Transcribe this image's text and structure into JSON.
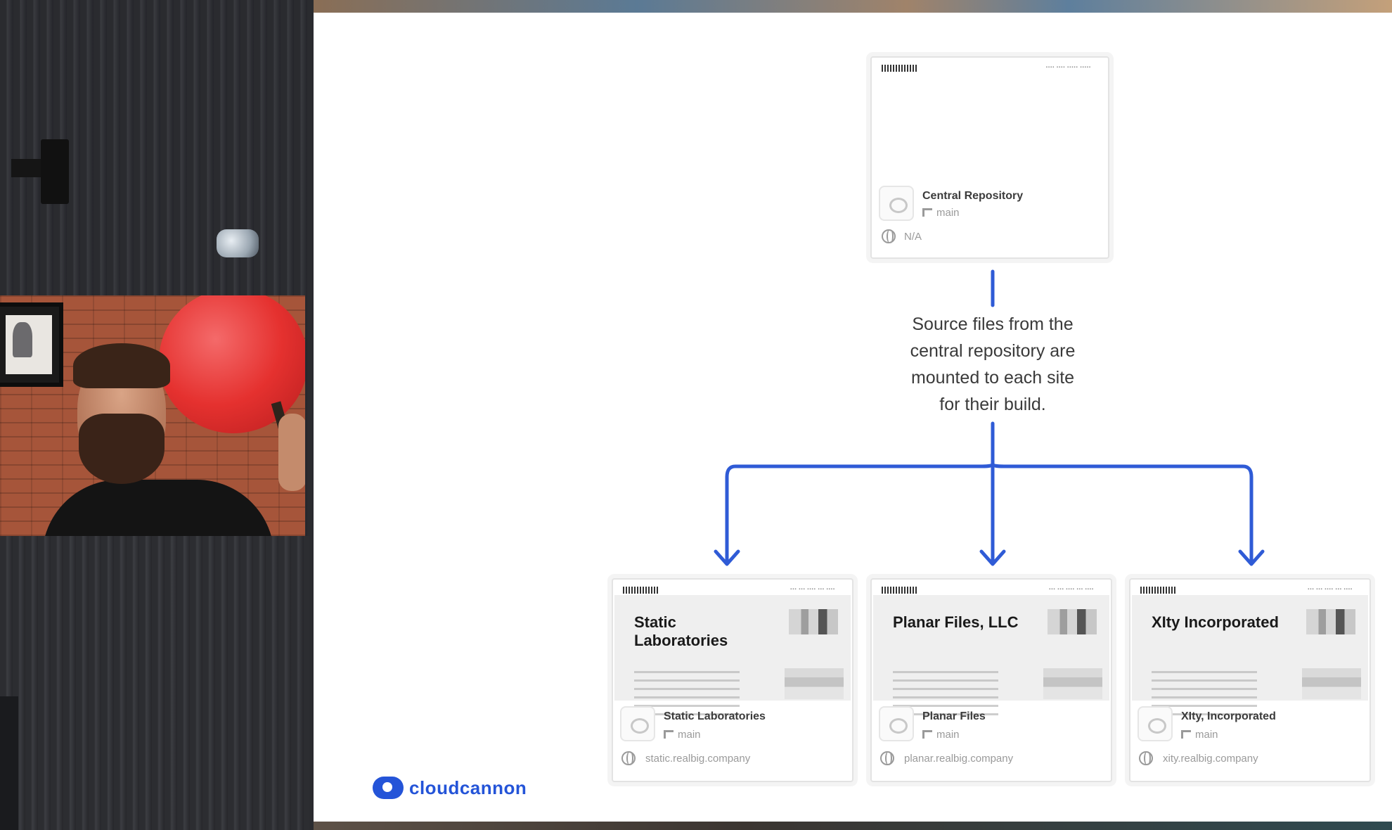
{
  "slide": {
    "central": {
      "name": "Central Repository",
      "branch": "main",
      "url": "N/A"
    },
    "caption": [
      "Source files from the",
      "central repository are",
      "mounted to each site",
      "for their build."
    ],
    "sites": [
      {
        "preview_title": "Static Laboratories",
        "name": "Static Laboratories",
        "branch": "main",
        "url": "static.realbig.company"
      },
      {
        "preview_title": "Planar Files, LLC",
        "name": "Planar Files",
        "branch": "main",
        "url": "planar.realbig.company"
      },
      {
        "preview_title": "XIty Incorporated",
        "name": "XIty, Incorporated",
        "branch": "main",
        "url": "xity.realbig.company"
      }
    ],
    "logo": "cloudcannon"
  },
  "colors": {
    "accent": "#2454d8",
    "arrow": "#2f5bd6"
  }
}
